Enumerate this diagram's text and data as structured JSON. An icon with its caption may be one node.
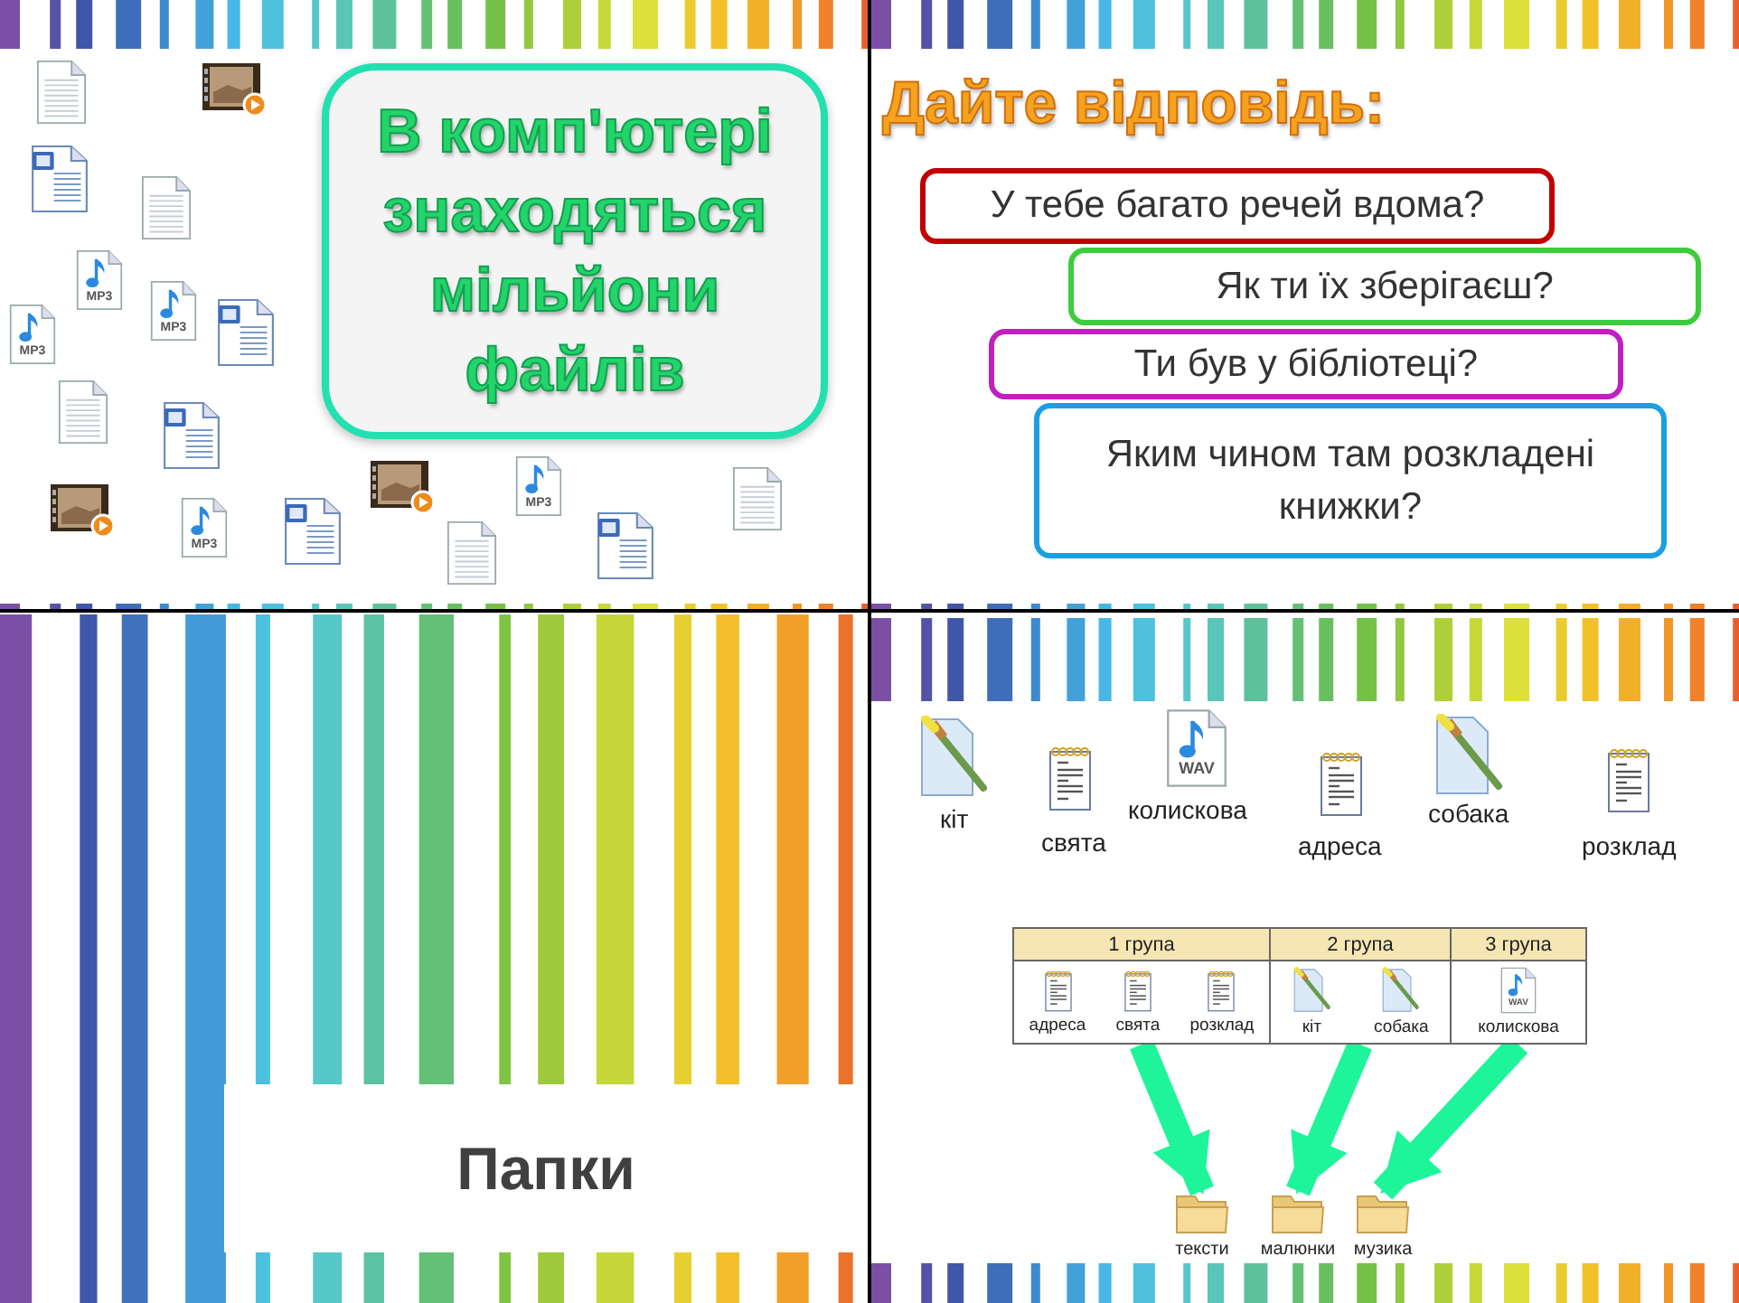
{
  "diagram": {
    "nodes": [
      {
        "text": [
          "В комп'ютері знаходяться мільйони файлів"
        ]
      },
      {
        "text": [
          "У тебе багато речей вдома?"
        ]
      },
      {
        "text": [
          "Як ти їх зберігаєш?"
        ]
      },
      {
        "text": [
          "Ти був у бібліотеці?"
        ]
      },
      {
        "text": [
          "Яким чином там розкладені книжки?"
        ]
      },
      {
        "text": [
          "Папки"
        ]
      },
      {
        "text": [
          "1 група"
        ]
      },
      {
        "text": [
          "адреса"
        ],
        "in": 6
      },
      {
        "text": [
          "свята"
        ],
        "in": 6
      },
      {
        "text": [
          "розклад"
        ],
        "in": 6
      },
      {
        "text": [
          "2 група"
        ]
      },
      {
        "text": [
          "кіт"
        ],
        "in": 10
      },
      {
        "text": [
          "собака"
        ],
        "in": 10
      },
      {
        "text": [
          "3 група"
        ]
      },
      {
        "text": [
          "колискова"
        ],
        "in": 13
      },
      {
        "text": [
          "тексти"
        ]
      },
      {
        "text": [
          "малюнки"
        ]
      },
      {
        "text": [
          "музика"
        ]
      }
    ],
    "edges": [
      {
        "from": 6,
        "to": 15,
        "arrow": "to"
      },
      {
        "from": 10,
        "to": 16,
        "arrow": "to"
      },
      {
        "from": 13,
        "to": 17,
        "arrow": "to"
      }
    ],
    "labels": [
      "MP3",
      "MP3",
      "MP3",
      "MP3",
      "MP3",
      "Дайте відповідь:",
      "WAV",
      "кіт",
      "свята",
      "колискова",
      "адреса",
      "собака",
      "розклад",
      "WAV"
    ]
  }
}
